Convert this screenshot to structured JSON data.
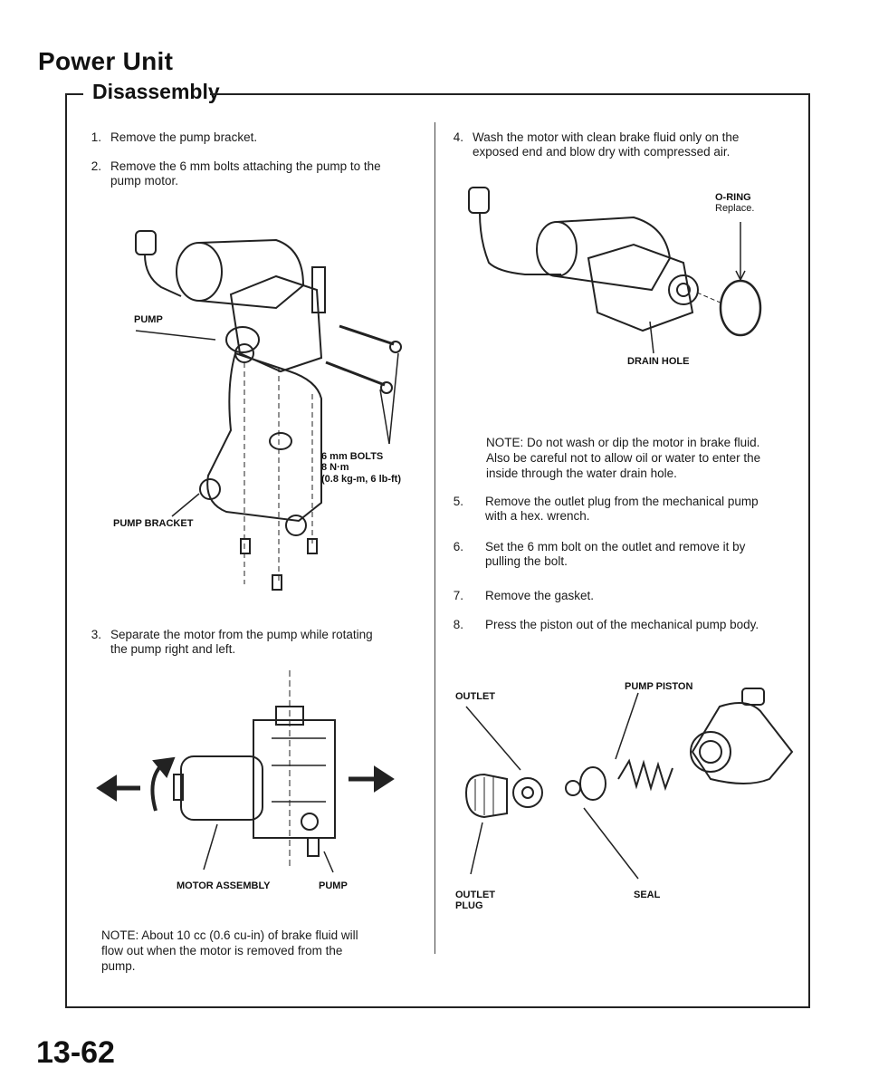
{
  "header": {
    "title": "Power Unit",
    "subtitle": "Disassembly"
  },
  "left_column": {
    "steps": [
      {
        "num": "1.",
        "text": "Remove the pump bracket."
      },
      {
        "num": "2.",
        "text_line1": "Remove the 6 mm bolts attaching the pump to the",
        "text_line2": "pump motor."
      },
      {
        "num": "3.",
        "text_line1": "Separate the motor from the pump while rotating",
        "text_line2": "the pump right and left."
      }
    ],
    "figure1_labels": {
      "pump": "PUMP",
      "pump_bracket": "PUMP BRACKET",
      "bolts_line1": "6 mm BOLTS",
      "bolts_line2": "8 N·m",
      "bolts_line3": "(0.8 kg-m, 6 lb-ft)"
    },
    "figure2_labels": {
      "motor_assembly": "MOTOR ASSEMBLY",
      "pump": "PUMP"
    },
    "note_lines": [
      "NOTE: About 10 cc (0.6 cu-in) of brake fluid will",
      "flow out when the motor is removed from the",
      "pump."
    ]
  },
  "right_column": {
    "step4": {
      "num": "4.",
      "text_line1": "Wash the motor with clean brake fluid only on the",
      "text_line2": "exposed end and blow dry with compressed air."
    },
    "figure3_labels": {
      "o_ring": "O-RING",
      "o_ring_sub": "Replace.",
      "drain_hole": "DRAIN HOLE"
    },
    "note_lines": [
      "NOTE: Do not wash or dip the motor in brake fluid.",
      "Also be careful not to allow oil or water to enter the",
      "inside through the water drain hole."
    ],
    "steps": [
      {
        "num": "5.",
        "text_line1": "Remove the outlet plug from the mechanical pump",
        "text_line2": "with a hex. wrench."
      },
      {
        "num": "6.",
        "text_line1": "Set the 6 mm bolt on the outlet and remove it by",
        "text_line2": "pulling the bolt."
      },
      {
        "num": "7.",
        "text_line1": "Remove the gasket."
      },
      {
        "num": "8.",
        "text_line1": "Press the piston out of the mechanical pump body."
      }
    ],
    "figure4_labels": {
      "outlet": "OUTLET",
      "pump_piston": "PUMP PISTON",
      "outlet_plug_line1": "OUTLET",
      "outlet_plug_line2": "PLUG",
      "seal": "SEAL"
    }
  },
  "footer": {
    "page_number": "13-62"
  }
}
